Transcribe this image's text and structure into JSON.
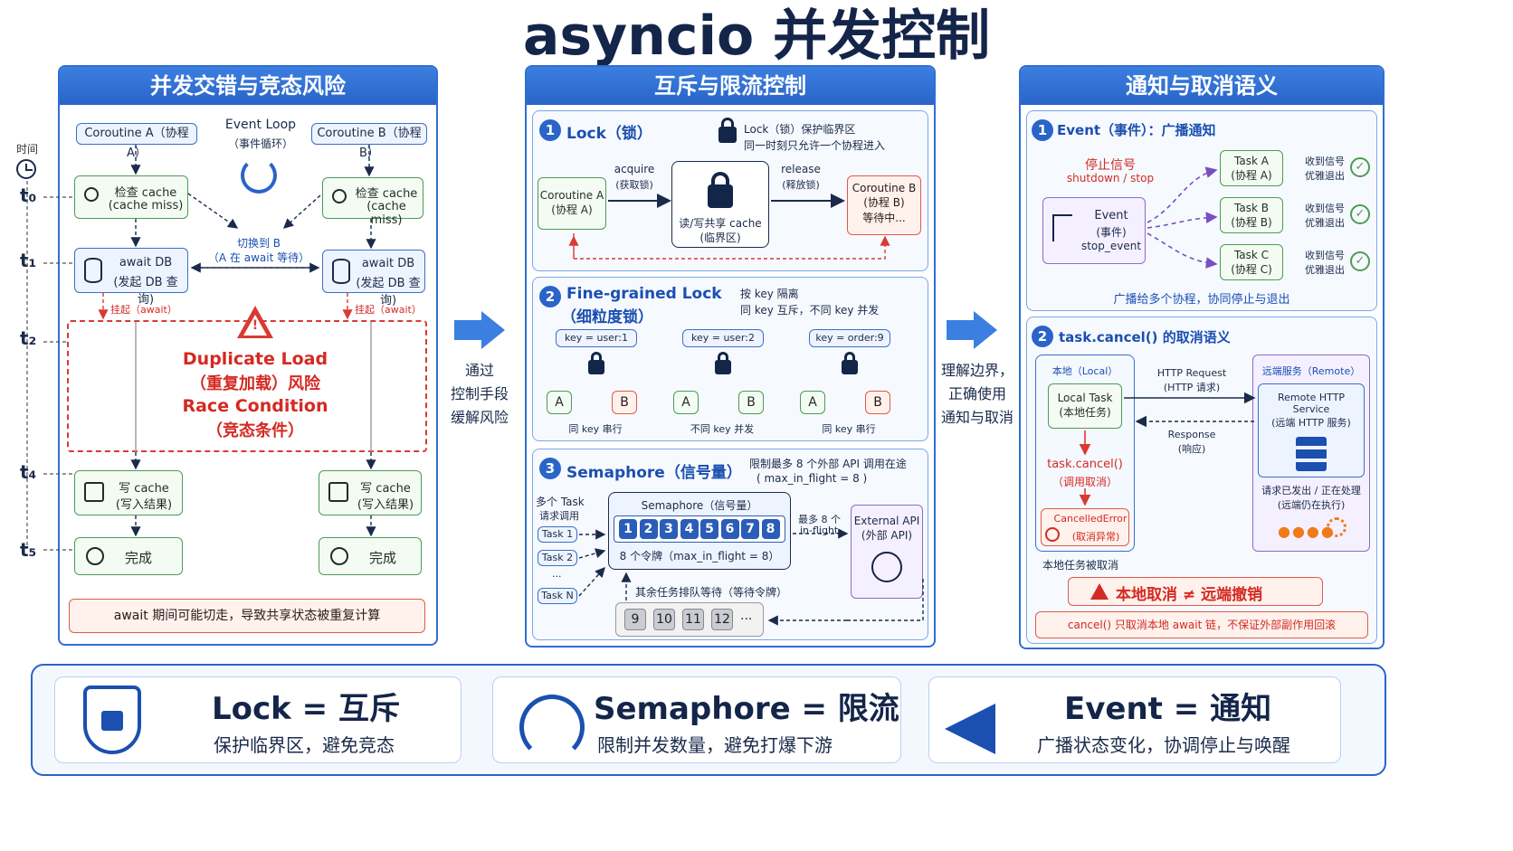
{
  "title": "asyncio 并发控制",
  "colors": {
    "primary": "#2a64c9",
    "risk": "#d93a33",
    "ok": "#4d9b57",
    "notify": "#8a6cc8"
  },
  "left": {
    "header": "并发交错与竞态风险",
    "time_label": "时间",
    "coroutine_a": "Coroutine A（协程 A）",
    "coroutine_b": "Coroutine B（协程 B）",
    "event_loop": "Event Loop",
    "event_loop_sub": "（事件循环）",
    "t_labels": [
      "t₀",
      "t₁",
      "t₂",
      "t₄",
      "t₅"
    ],
    "check_cache": "检查 cache",
    "cache_miss": "(cache miss)",
    "await_db": "await DB",
    "await_db_sub": "(发起 DB 查询)",
    "switch": "切换到 B",
    "switch_sub": "（A 在 await 等待）",
    "suspend": "挂起（await）",
    "risk1": "Duplicate Load",
    "risk2": "（重复加载）风险",
    "risk3": "Race Condition",
    "risk4": "（竞态条件）",
    "write_cache": "写 cache",
    "write_cache_sub": "(写入结果)",
    "done": "完成",
    "note": "await 期间可能切走，导致共享状态被重复计算"
  },
  "arrow1": [
    "通过",
    "控制手段",
    "缓解风险"
  ],
  "middle": {
    "header": "互斥与限流控制",
    "lock": {
      "num": "1",
      "title": "Lock（锁）",
      "desc1": "Lock（锁）保护临界区",
      "desc2": "同一时刻只允许一个协程进入",
      "coro_a": "Coroutine A",
      "coro_a_sub": "(协程 A)",
      "acquire": "acquire",
      "acquire_sub": "(获取锁)",
      "critical": "读/写共享 cache",
      "critical_sub": "(临界区)",
      "release": "release",
      "release_sub": "(释放锁)",
      "coro_b": "Coroutine B",
      "coro_b_sub": "(协程 B)",
      "coro_b_wait": "等待中..."
    },
    "fine": {
      "num": "2",
      "title": "Fine-grained Lock",
      "title_sub": "（细粒度锁）",
      "desc1": "按 key 隔离",
      "desc2": "同 key 互斥，不同 key 并发",
      "groups": [
        {
          "key": "key = user:1",
          "a": "A",
          "b": "B",
          "caption": "同 key 串行"
        },
        {
          "key": "key = user:2",
          "a": "A",
          "b": "B",
          "caption": "不同 key 并发"
        },
        {
          "key": "key = order:9",
          "a": "A",
          "b": "B",
          "caption": "同 key 串行"
        }
      ]
    },
    "sem": {
      "num": "3",
      "title": "Semaphore（信号量）",
      "desc1": "限制最多 8 个外部 API 调用在途",
      "desc2": "( max_in_flight = 8 )",
      "many_tasks": "多个 Task",
      "many_tasks_sub": "请求调用",
      "tasks": [
        "Task 1",
        "Task 2",
        "...",
        "Task N"
      ],
      "box_title": "Semaphore（信号量）",
      "tokens": [
        "1",
        "2",
        "3",
        "4",
        "5",
        "6",
        "7",
        "8"
      ],
      "box_caption": "8 个令牌（max_in_flight = 8）",
      "max8": "最多 8 个",
      "in_flight": "in-flight",
      "api": "External API",
      "api_sub": "(外部 API)",
      "queue_label": "其余任务排队等待（等待令牌）",
      "queue": [
        "9",
        "10",
        "11",
        "12",
        "···"
      ]
    }
  },
  "arrow2": [
    "理解边界，",
    "正确使用",
    "通知与取消"
  ],
  "right": {
    "header": "通知与取消语义",
    "event": {
      "num": "1",
      "title": "Event（事件）：广播通知",
      "stop1": "停止信号",
      "stop2": "shutdown / stop",
      "ev1": "Event",
      "ev2": "(事件)",
      "ev3": "stop_event",
      "tasks": [
        {
          "name": "Task A",
          "sub": "(协程 A)"
        },
        {
          "name": "Task B",
          "sub": "(协程 B)"
        },
        {
          "name": "Task C",
          "sub": "(协程 C)"
        }
      ],
      "recv1": "收到信号",
      "recv2": "优雅退出",
      "caption": "广播给多个协程，协同停止与退出"
    },
    "cancel": {
      "num": "2",
      "title": "task.cancel() 的取消语义",
      "local": "本地（Local）",
      "remote": "远端服务（Remote）",
      "local_task": "Local Task",
      "local_task_sub": "(本地任务)",
      "http_req": "HTTP Request",
      "http_req_sub": "(HTTP 请求)",
      "response": "Response",
      "response_sub": "(响应)",
      "remote_svc": "Remote HTTP Service",
      "remote_svc_sub": "(远端 HTTP 服务)",
      "cancel_call": "task.cancel()",
      "cancel_call_sub": "（调用取消）",
      "cancelled": "CancelledError",
      "cancelled_sub": "(取消异常)",
      "remote_note1": "请求已发出 / 正在处理",
      "remote_note2": "(远端仍在执行)",
      "local_cancelled": "本地任务被取消",
      "warn": "本地取消  ≠  远端撤销",
      "note": "cancel() 只取消本地 await 链，不保证外部副作用回滚"
    }
  },
  "bottom": [
    {
      "title": "Lock  =  互斥",
      "desc": "保护临界区，避免竞态"
    },
    {
      "title": "Semaphore = 限流",
      "desc": "限制并发数量，避免打爆下游"
    },
    {
      "title": "Event  =  通知",
      "desc": "广播状态变化，协调停止与唤醒"
    }
  ]
}
